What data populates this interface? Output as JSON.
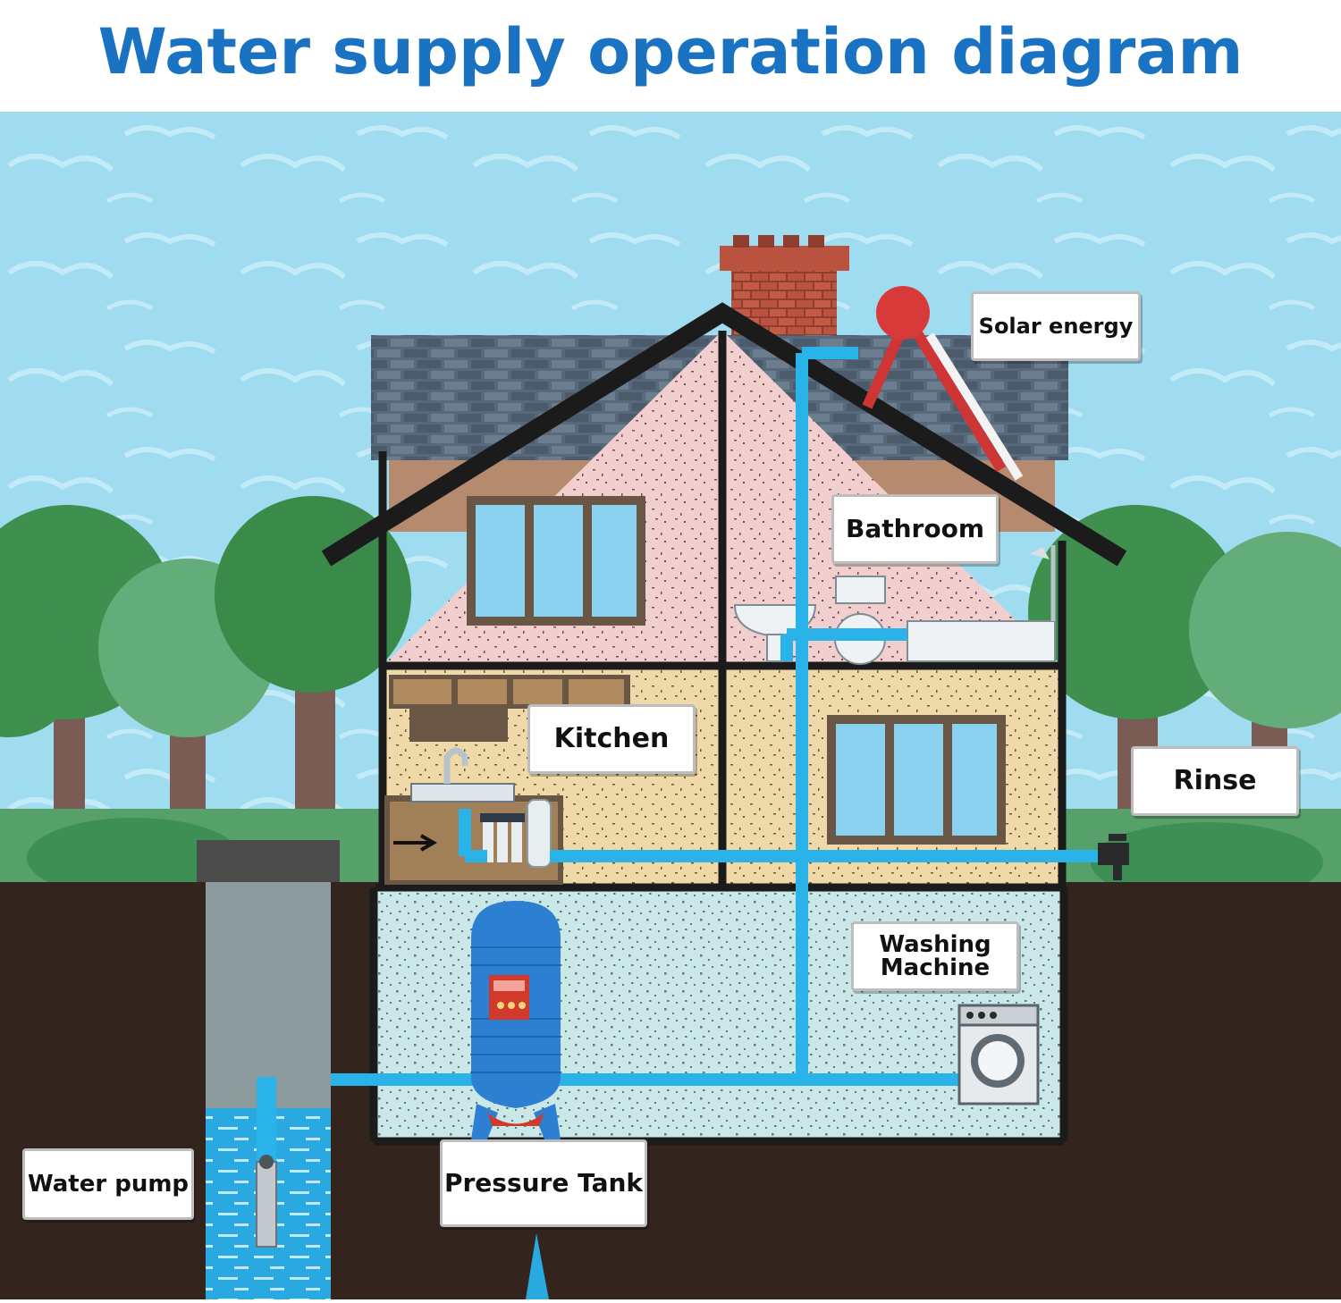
{
  "title": "Water supply operation diagram",
  "labels": {
    "solar_energy": "Solar energy",
    "bathroom": "Bathroom",
    "kitchen": "Kitchen",
    "rinse": "Rinse",
    "washing_machine": "Washing\nMachine",
    "water_pump": "Water pump",
    "pressure_tank": "Pressure Tank"
  },
  "colors": {
    "title": "#1a73c2",
    "sky": "#9fdcef",
    "ground": "#33251d",
    "pipe": "#2ab3e8",
    "roof": "#5b6b7d",
    "upper_wall": "#f2cfcf",
    "middle_wall": "#f0dcae",
    "basement": "#c9e6e6",
    "tank": "#2c7fd1",
    "tree_leaves": "#3a8a4a",
    "chimney": "#b9523e",
    "solar_collector": "#d33a3a"
  }
}
